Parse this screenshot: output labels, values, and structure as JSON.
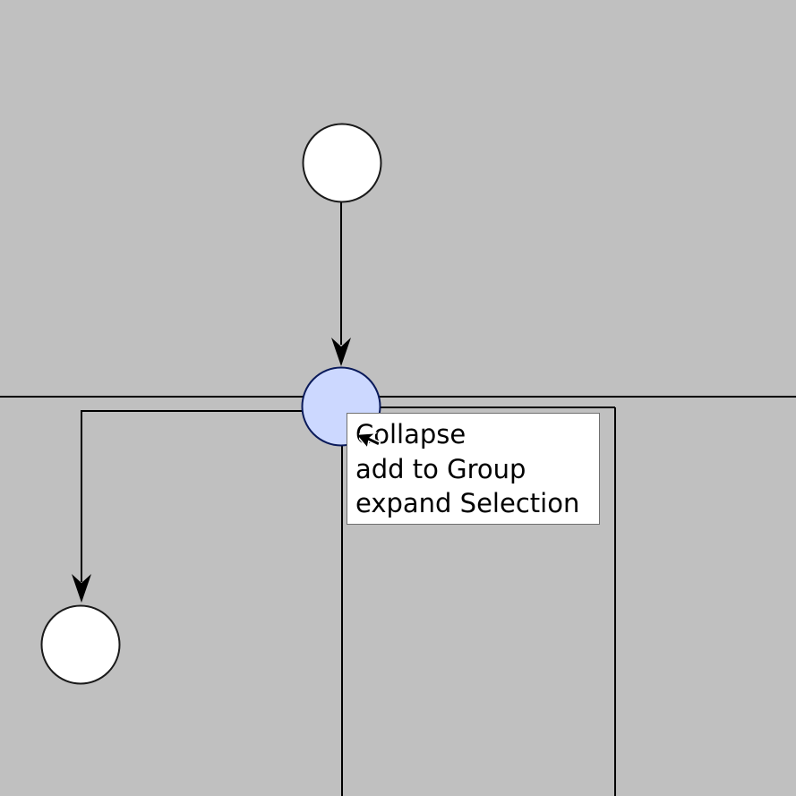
{
  "canvas": {
    "background": "#c0c0c0",
    "node_fill": "#ffffff",
    "selected_node_fill": "#ccd8ff",
    "selected_node_stroke": "#0a1a5a",
    "edge_color": "#000000"
  },
  "diagram": {
    "nodes": [
      {
        "id": "top-node",
        "selected": false
      },
      {
        "id": "center-node",
        "selected": true
      },
      {
        "id": "bottom-left-node",
        "selected": false
      }
    ],
    "edges": [
      {
        "from": "top-node",
        "to": "center-node",
        "arrow": true
      },
      {
        "from": "center-node",
        "to": "bottom-left-node",
        "arrow": true
      }
    ]
  },
  "context_menu": {
    "items": [
      {
        "label": "Collapse"
      },
      {
        "label": "add to Group"
      },
      {
        "label": "expand Selection"
      }
    ]
  },
  "cursor": {
    "icon": "arrow-pointer-icon"
  }
}
